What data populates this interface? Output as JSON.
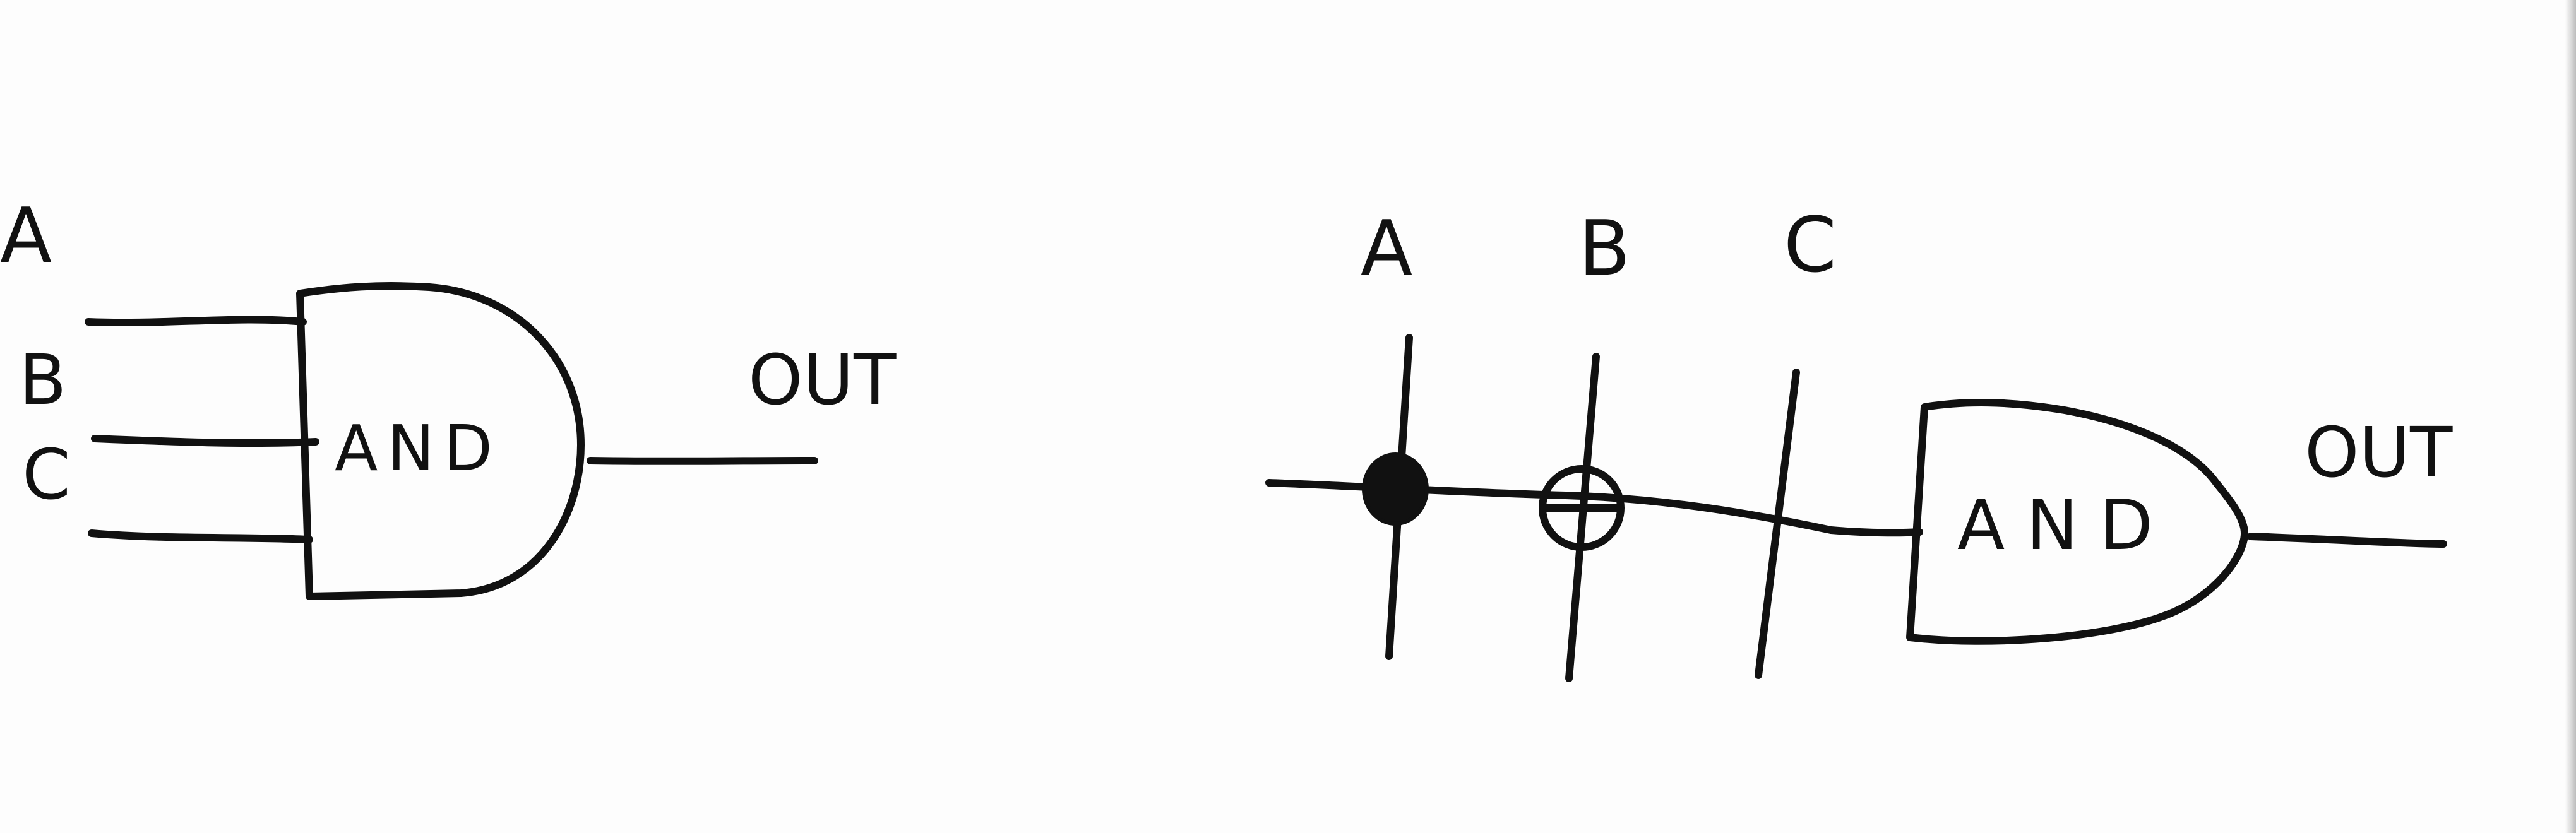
{
  "left_diagram": {
    "inputs": [
      "A",
      "B",
      "C"
    ],
    "gate_label": "AND",
    "output_label": "OUT"
  },
  "right_diagram": {
    "wires": [
      "A",
      "B",
      "C"
    ],
    "gate_label": "AND",
    "output_label": "OUT",
    "wire_markers": {
      "A": "filled-dot (positive control)",
      "B": "oplus (target)",
      "C": "none"
    }
  },
  "colors": {
    "ink": "#111111",
    "paper": "#fdfdfd"
  }
}
